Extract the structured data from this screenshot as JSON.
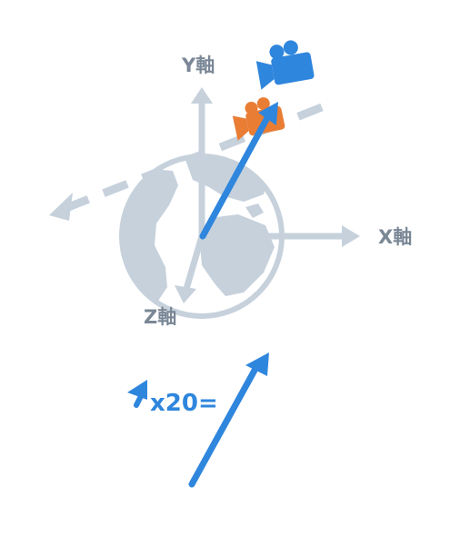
{
  "labels": {
    "y_axis": "Y軸",
    "x_axis": "X軸",
    "z_axis": "Z軸",
    "multiplier": "x20="
  },
  "colors": {
    "earth": "#c6d1dc",
    "axis": "#c6d1dc",
    "label_gray": "#7a8796",
    "vector_blue": "#2f86dd",
    "camera_blue": "#2f86dd",
    "camera_orange": "#e97d34",
    "background": "#ffffff"
  },
  "icons": [
    "earth-globe-icon",
    "movie-camera-icon",
    "movie-camera-icon"
  ]
}
